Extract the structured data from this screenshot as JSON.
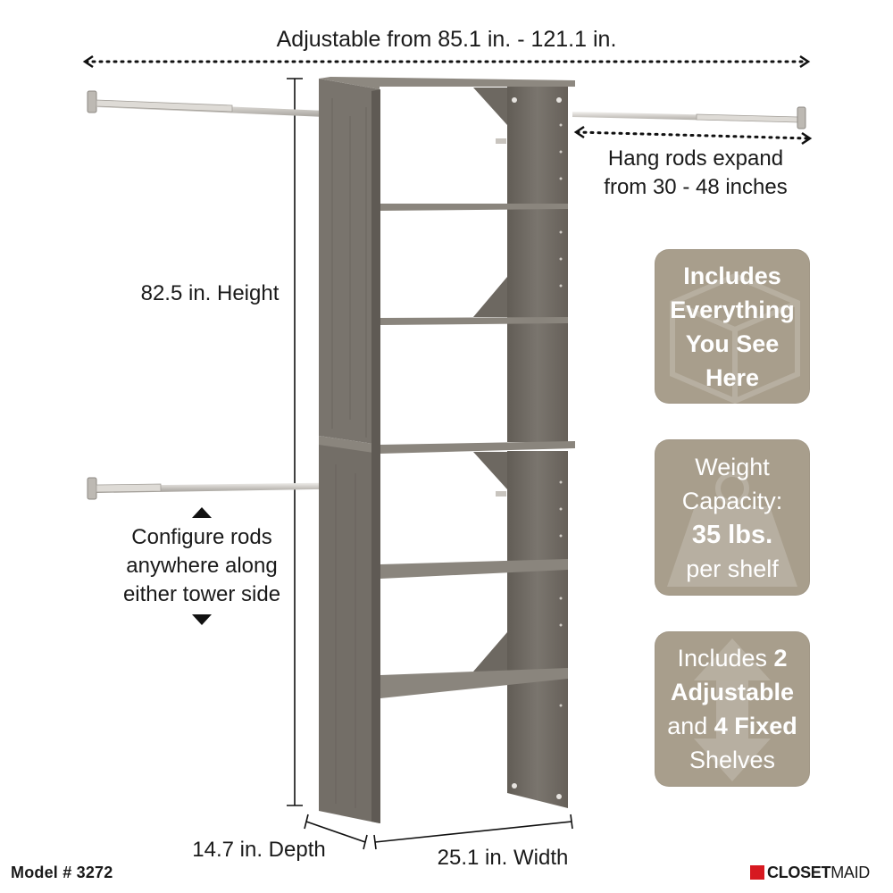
{
  "dimensions": {
    "adjustable": "Adjustable from 85.1 in. - 121.1 in.",
    "height": "82.5 in. Height",
    "depth": "14.7 in. Depth",
    "width": "25.1 in. Width"
  },
  "rods_note": {
    "line1": "Hang rods expand",
    "line2": "from 30 - 48 inches"
  },
  "configure_note": {
    "line1": "Configure rods",
    "line2": "anywhere along",
    "line3": "either tower side"
  },
  "badges": {
    "includes": {
      "lines": [
        "Includes",
        "Everything",
        "You See",
        "Here"
      ]
    },
    "weight": {
      "line1": "Weight",
      "line2": "Capacity:",
      "value": "35 lbs.",
      "line4": "per shelf"
    },
    "shelves": {
      "w1": "Includes",
      "n1": "2",
      "w2": "Adjustable",
      "w3": "and",
      "n2": "4 Fixed",
      "w4": "Shelves"
    }
  },
  "model": "Model # 3272",
  "brand": {
    "bold": "CLOSET",
    "light": "MAID"
  },
  "colors": {
    "badge": "#a89e8c",
    "wood": "#6f6a63",
    "brand_red": "#d71920",
    "rod": "#d9d7d3"
  }
}
